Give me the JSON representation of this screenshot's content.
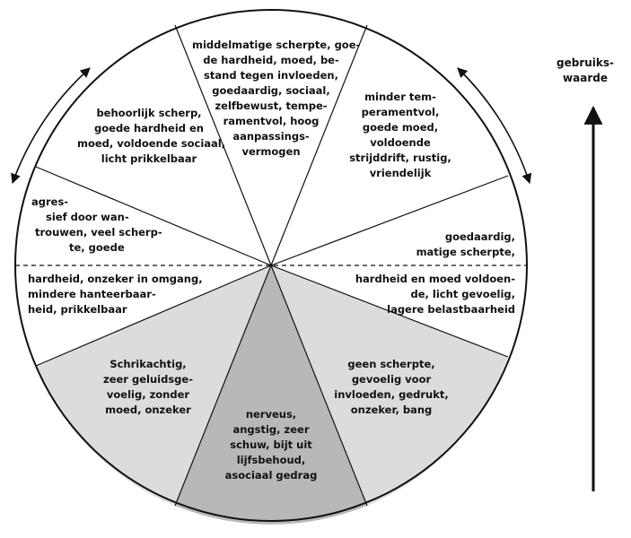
{
  "segments": [
    {
      "id": "top",
      "lines": [
        "middelmatige scherpte, goe-",
        "de hardheid, moed, be-",
        "stand tegen invloeden,",
        "goedaardig, sociaal,",
        "zelfbewust, tempe-",
        "ramentvol, hoog",
        "aanpassings-",
        "vermogen"
      ]
    },
    {
      "id": "top-right",
      "lines": [
        "minder tem-",
        "peramentvol,",
        "goede moed,",
        "voldoende",
        "strijddrift, rustig,",
        "vriendelijk"
      ]
    },
    {
      "id": "right-upper",
      "lines": [
        "goedaardig,",
        "matige scherpte,"
      ]
    },
    {
      "id": "right-lower",
      "lines": [
        "hardheid en moed voldoen-",
        "de, licht gevoelig,",
        "lagere belastbaarheid"
      ]
    },
    {
      "id": "bottom-right",
      "lines": [
        "geen scherpte,",
        "gevoelig voor",
        "invloeden, gedrukt,",
        "onzeker, bang"
      ]
    },
    {
      "id": "bottom",
      "lines": [
        "nerveus,",
        "angstig, zeer",
        "schuw, bijt uit",
        "lijfsbehoud,",
        "asociaal gedrag"
      ]
    },
    {
      "id": "bottom-left",
      "lines": [
        "Schrikachtig,",
        "zeer geluidsge-",
        "voelig, zonder",
        "moed, onzeker"
      ]
    },
    {
      "id": "left-lower",
      "lines": [
        "hardheid, onzeker in omgang,",
        "mindere hanteerbaar-",
        "heid, prikkelbaar"
      ]
    },
    {
      "id": "left-upper",
      "lines": [
        "agres-",
        "sief door wan-",
        "trouwen, veel scherp-",
        "te, goede"
      ]
    },
    {
      "id": "top-left",
      "lines": [
        "behoorlijk scherp,",
        "goede hardheid en",
        "moed, voldoende sociaal,",
        "licht prikkelbaar"
      ]
    }
  ],
  "axis": {
    "label_lines": [
      "gebruiks-",
      "waarde"
    ]
  },
  "colors": {
    "light_shade": "#dcdcdc",
    "dark_shade": "#b8b8b8",
    "line": "#111111"
  }
}
